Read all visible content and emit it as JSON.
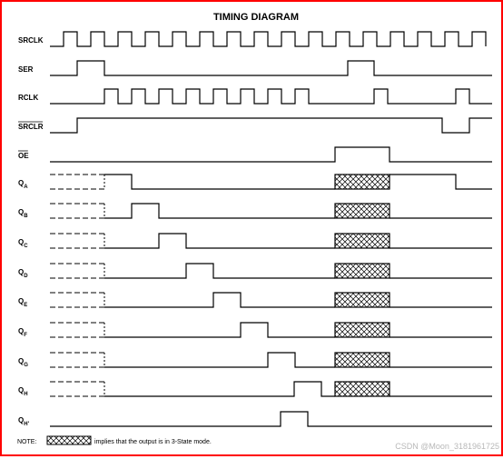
{
  "title": "TIMING DIAGRAM",
  "note": {
    "prefix": "NOTE:",
    "text": "implies that the output is in 3-State mode."
  },
  "watermark": "CSDN @Moon_3181961725",
  "colors": {
    "frame": "#ff0000",
    "line": "#000000",
    "watermark": "#b8b8b8"
  },
  "signals": [
    {
      "id": "srclk",
      "main": "SRCLK",
      "sub": "",
      "overline": false
    },
    {
      "id": "ser",
      "main": "SER",
      "sub": "",
      "overline": false
    },
    {
      "id": "rclk",
      "main": "RCLK",
      "sub": "",
      "overline": false
    },
    {
      "id": "srclr",
      "main": "SRCLR",
      "sub": "",
      "overline": true
    },
    {
      "id": "oe",
      "main": "OE",
      "sub": "",
      "overline": true
    },
    {
      "id": "qa",
      "main": "Q",
      "sub": "A",
      "overline": false
    },
    {
      "id": "qb",
      "main": "Q",
      "sub": "B",
      "overline": false
    },
    {
      "id": "qc",
      "main": "Q",
      "sub": "C",
      "overline": false
    },
    {
      "id": "qd",
      "main": "Q",
      "sub": "D",
      "overline": false
    },
    {
      "id": "qe",
      "main": "Q",
      "sub": "E",
      "overline": false
    },
    {
      "id": "qf",
      "main": "Q",
      "sub": "F",
      "overline": false
    },
    {
      "id": "qg",
      "main": "Q",
      "sub": "G",
      "overline": false
    },
    {
      "id": "qh",
      "main": "Q",
      "sub": "H",
      "overline": false
    },
    {
      "id": "qh-prime",
      "main": "Q",
      "sub": "H'",
      "overline": false
    }
  ]
}
